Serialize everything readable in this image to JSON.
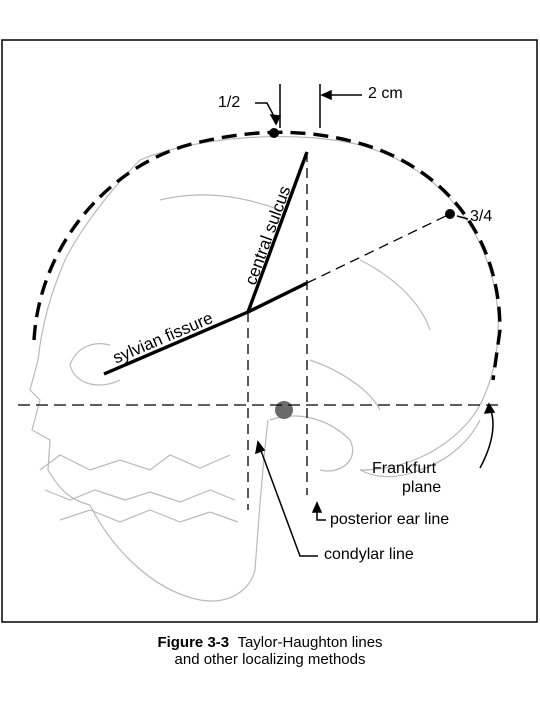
{
  "labels": {
    "half": "1/2",
    "two_cm": "2 cm",
    "three_quarter": "3/4",
    "central_sulcus": "central sulcus",
    "sylvian_fissure": "sylvian fissure",
    "frankfurt_1": "Frankfurt",
    "frankfurt_2": "plane",
    "posterior_ear_line": "posterior ear line",
    "condylar_line": "condylar line"
  },
  "caption": {
    "figure_number": "Figure 3-3",
    "line1": "Taylor-Haughton lines",
    "line2": "and other localizing methods"
  }
}
